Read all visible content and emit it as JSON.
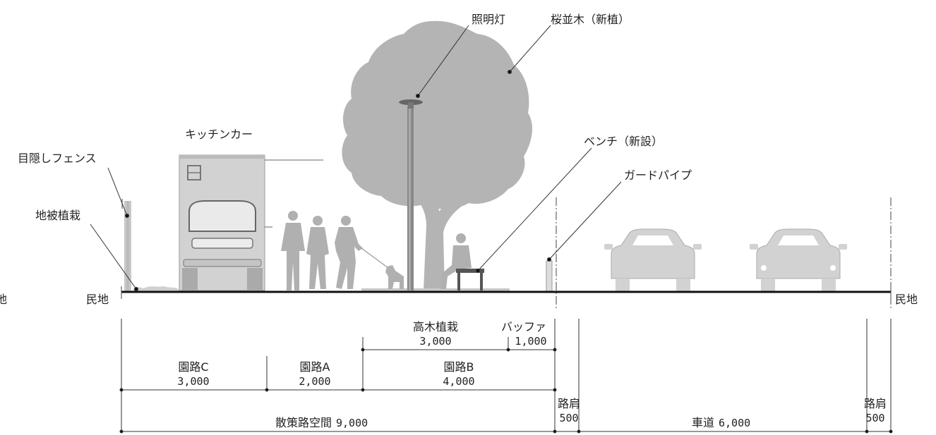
{
  "labels": {
    "lamp": "照明灯",
    "cherry_trees": "桜並木（新植）",
    "kitchen_car": "キッチンカー",
    "screen_fence": "目隠しフェンス",
    "ground_cover": "地被植栽",
    "bench": "ベンチ（新設）",
    "guard_pipe": "ガードパイプ",
    "private_land_left": "民地",
    "private_land_right": "民地",
    "private_land_cut": "地"
  },
  "dimensions": {
    "tall_planting": {
      "label": "高木植栽",
      "value": "3,000"
    },
    "buffer": {
      "label": "バッファ",
      "value": "1,000"
    },
    "path_c": {
      "label": "園路C",
      "value": "3,000"
    },
    "path_a": {
      "label": "園路A",
      "value": "2,000"
    },
    "path_b": {
      "label": "園路B",
      "value": "4,000"
    },
    "walk_space": {
      "label": "散策路空間",
      "value": "9,000"
    },
    "shoulder_left": {
      "label": "路肩",
      "value": "500"
    },
    "carriageway": {
      "label": "車道",
      "value": "6,000"
    },
    "shoulder_right": {
      "label": "路肩",
      "value": "500"
    }
  },
  "colors": {
    "tree": "#b4b4b4",
    "vehicle": "#d2d2d2",
    "people": "#b0b0b0",
    "line": "#111111"
  }
}
